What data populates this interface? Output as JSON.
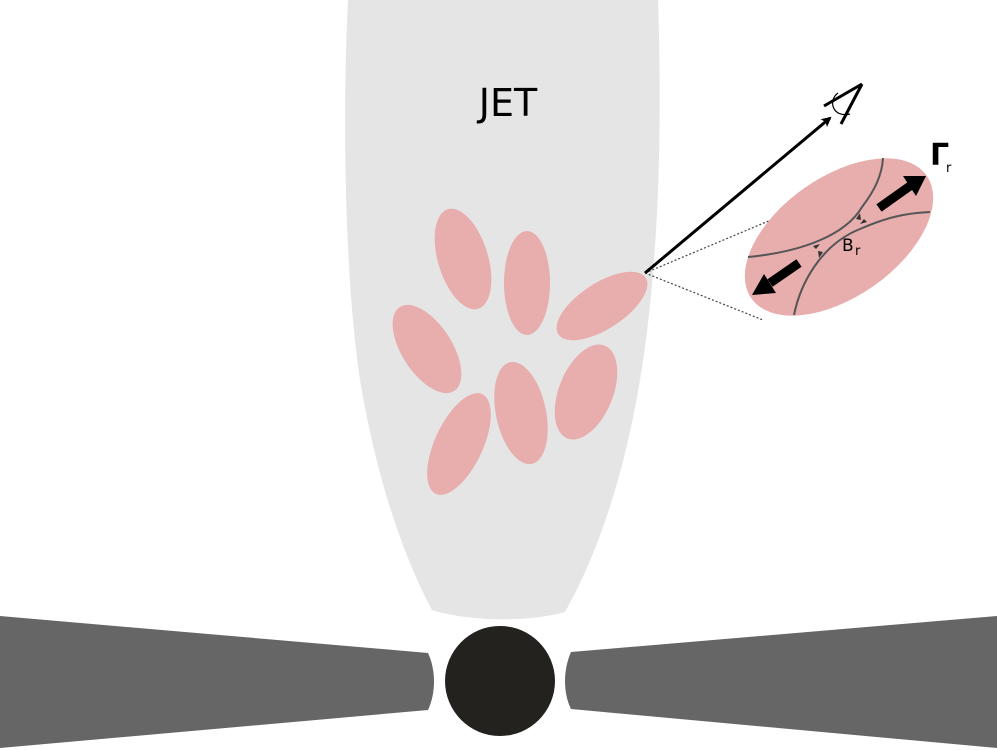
{
  "diagram": {
    "title_label": "JET",
    "lorentz_label": "Γ",
    "lorentz_subscript": "r",
    "field_label": "B",
    "field_subscript": "r",
    "colors": {
      "jet": "#e5e5e5",
      "blob": "#e8adad",
      "disk": "#666666",
      "black_hole": "#23221e",
      "field_lines": "#555555",
      "arrows": "#000000"
    },
    "elements": {
      "jet": "Jet outflow (light grey funnel)",
      "blobs": "7 pink plasmoid blobs inside jet",
      "zoomed_blob": "Magnified plasmoid with reconnection X-point and bulk motion arrows",
      "observer": "Eye symbol with arrow to observer",
      "accretion_disk": "Grey tapered accretion disk (left and right)",
      "black_hole": "Central black circle"
    }
  }
}
